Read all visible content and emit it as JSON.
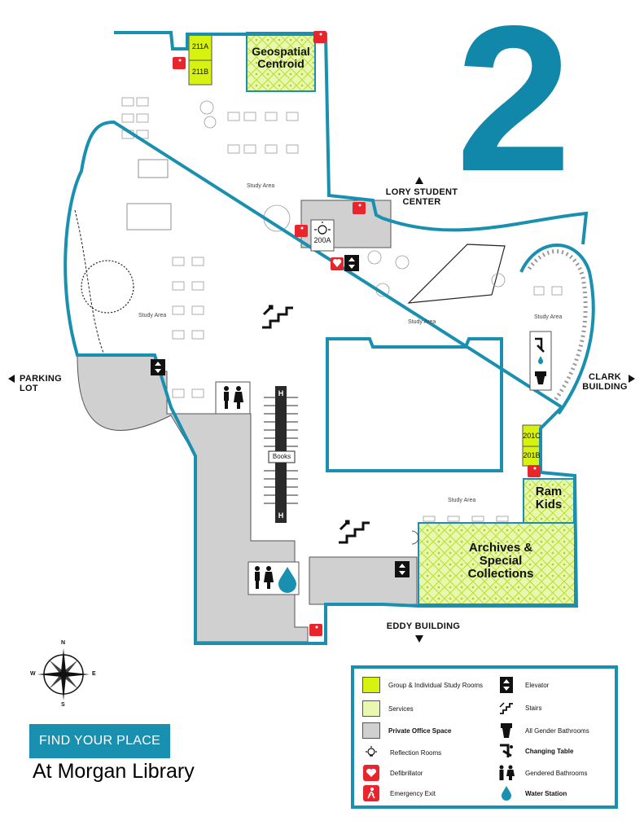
{
  "floor": {
    "number": "2"
  },
  "colors": {
    "accent": "#1a90b0",
    "study": "#d6f20e",
    "services_pattern": "#c8ec3a",
    "office": "#cfcfcf",
    "exit": "#e8242c"
  },
  "directions": {
    "north": "LORY STUDENT CENTER",
    "west": "PARKING LOT",
    "east": "CLARK BUILDING",
    "south": "EDDY BUILDING"
  },
  "rooms": {
    "r211a": "211A",
    "r211b": "211B",
    "r200a": "200A",
    "r201c": "201C",
    "r201b": "201B"
  },
  "services": {
    "geospatial": "Geospatial Centroid",
    "ram_kids": "Ram Kids",
    "archives": "Archives & Special Collections"
  },
  "areas": {
    "study_area": "Study Area",
    "books": "Books",
    "shelf_marker": "H"
  },
  "compass": {
    "n": "N",
    "s": "S",
    "e": "E",
    "w": "W"
  },
  "banner": {
    "find": "FIND YOUR PLACE",
    "title": "At Morgan Library"
  },
  "legend": {
    "study_rooms": "Group & Individual Study Rooms",
    "services": "Services",
    "office": "Private Office Space",
    "reflection": "Reflection Rooms",
    "defibrillator": "Defibrillator",
    "exit": "Emergency Exit",
    "elevator": "Elevator",
    "stairs": "Stairs",
    "all_gender": "All Gender Bathrooms",
    "changing": "Changing Table",
    "gendered": "Gendered Bathrooms",
    "water": "Water Station"
  },
  "icons": [
    "elevator-icon",
    "stairs-icon",
    "all-gender-bathroom-icon",
    "changing-table-icon",
    "gendered-bathroom-icon",
    "water-station-icon",
    "reflection-room-icon",
    "defibrillator-icon",
    "emergency-exit-icon",
    "compass-rose-icon"
  ]
}
